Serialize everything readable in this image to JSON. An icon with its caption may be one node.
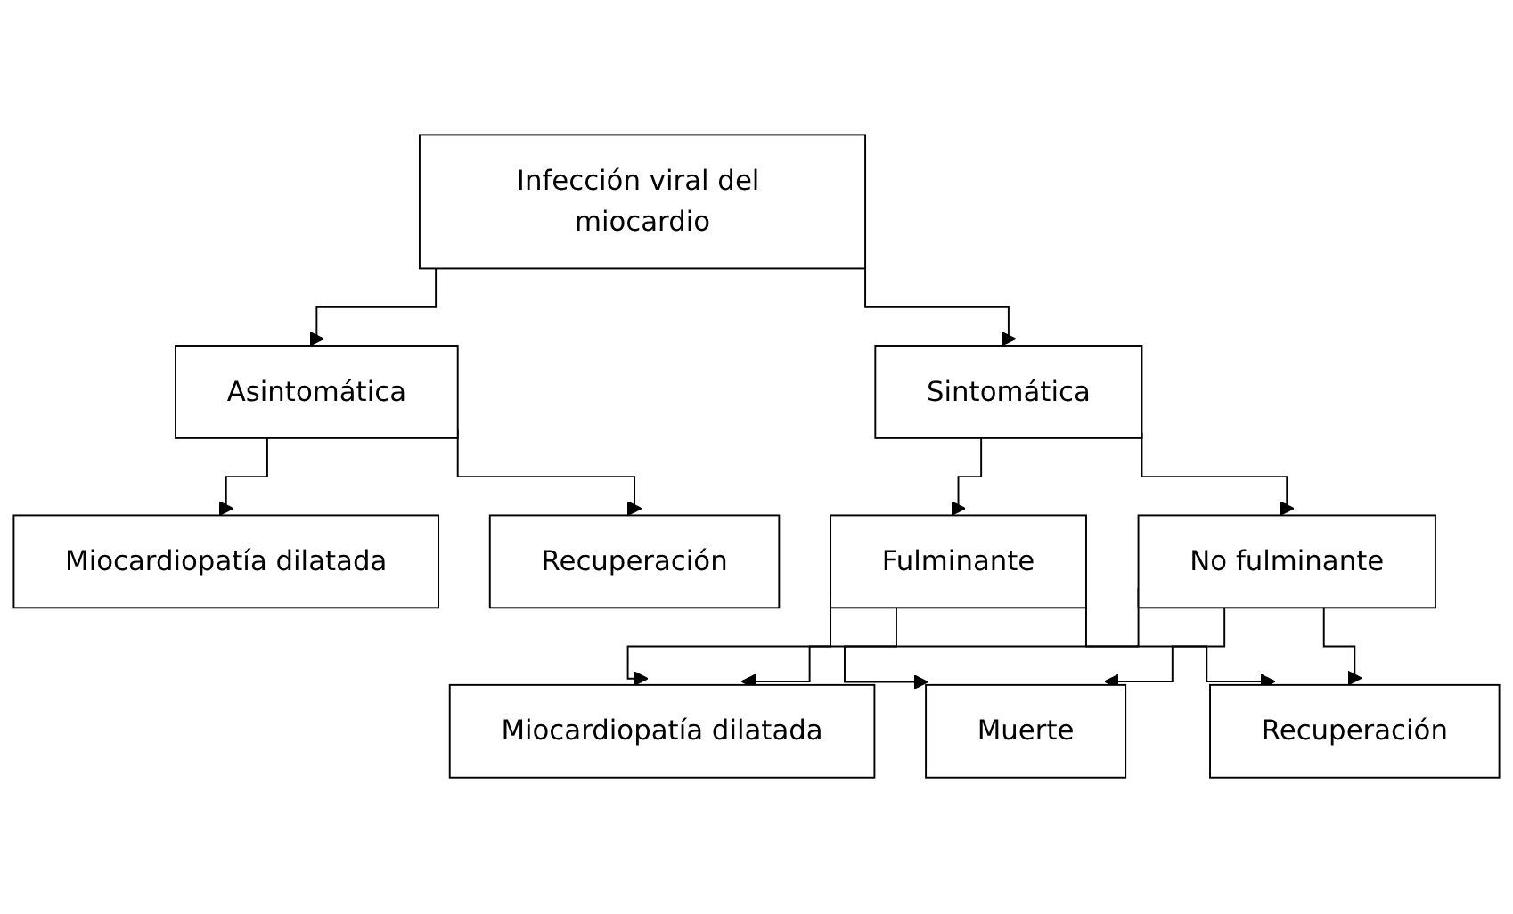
{
  "diagram": {
    "nodes": [
      {
        "text": [
          "Infección viral del miocardio"
        ]
      },
      {
        "text": [
          "Asintomática"
        ]
      },
      {
        "text": [
          "Sintomática"
        ]
      },
      {
        "text": [
          "Miocardiopatía dilatada"
        ]
      },
      {
        "text": [
          "Recuperación"
        ]
      },
      {
        "text": [
          "Fulminante"
        ]
      },
      {
        "text": [
          "No fulminante"
        ]
      },
      {
        "text": [
          "Miocardiopatía dilatada"
        ]
      },
      {
        "text": [
          "Muerte"
        ]
      },
      {
        "text": [
          "Recuperación"
        ]
      }
    ],
    "edges": [
      {
        "from": 0,
        "to": 1,
        "arrow": "to"
      },
      {
        "from": 0,
        "to": 2,
        "arrow": "to"
      },
      {
        "from": 1,
        "to": 3,
        "arrow": "to"
      },
      {
        "from": 1,
        "to": 4,
        "arrow": "to"
      },
      {
        "from": 2,
        "to": 5,
        "arrow": "to"
      },
      {
        "from": 2,
        "to": 6,
        "arrow": "to"
      },
      {
        "from": 5,
        "to": 7,
        "arrow": "to"
      },
      {
        "from": 5,
        "to": 8,
        "arrow": "to"
      },
      {
        "from": 5,
        "to": 9,
        "arrow": "to"
      },
      {
        "from": 6,
        "to": 7,
        "arrow": "to"
      },
      {
        "from": 6,
        "to": 8,
        "arrow": "to"
      },
      {
        "from": 6,
        "to": 9,
        "arrow": "to"
      }
    ]
  }
}
